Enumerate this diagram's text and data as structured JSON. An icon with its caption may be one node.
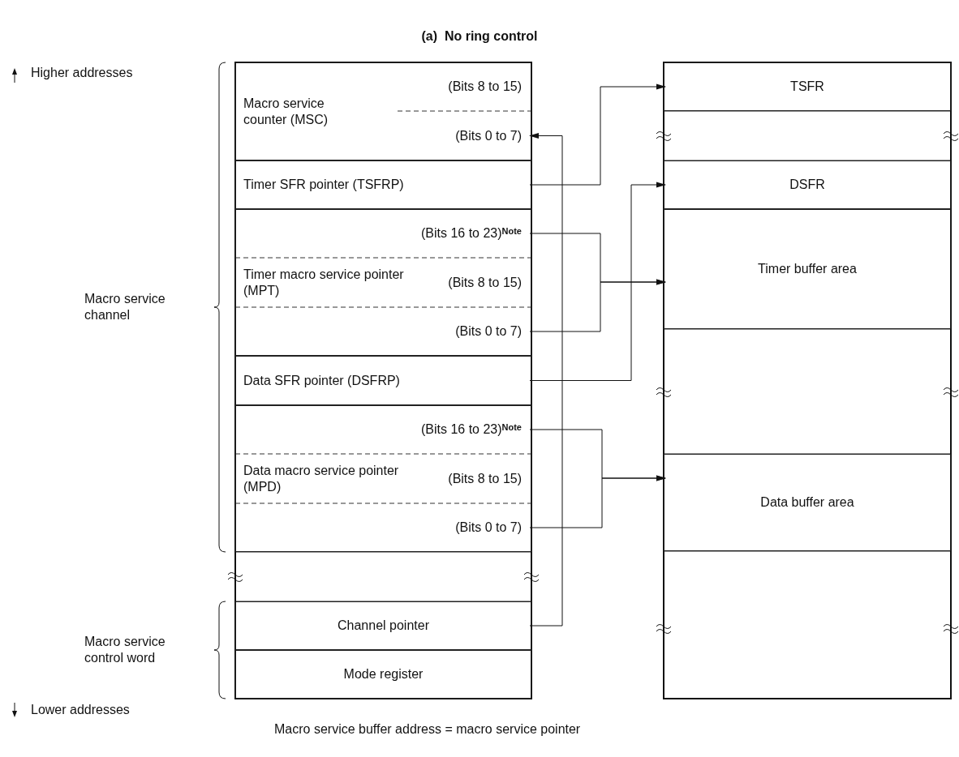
{
  "diagram": {
    "title": "(a)  No ring control",
    "caption": "Macro service buffer address = macro service pointer",
    "nodes": [
      {
        "text": [
          "Macro service counter (MSC)"
        ]
      },
      {
        "text": [
          "(Bits 8 to 15)"
        ],
        "in": 0
      },
      {
        "text": [
          "(Bits 0 to 7)"
        ],
        "in": 0
      },
      {
        "text": [
          "Timer SFR pointer (TSFRP)"
        ]
      },
      {
        "text": [
          "Timer macro service pointer (MPT)"
        ]
      },
      {
        "text": [
          "(Bits 16 to 23)$^{Note}$"
        ],
        "in": 4
      },
      {
        "text": [
          "(Bits 8 to 15)"
        ],
        "in": 4
      },
      {
        "text": [
          "(Bits 0 to 7)"
        ],
        "in": 4
      },
      {
        "text": [
          "Data SFR pointer (DSFRP)"
        ]
      },
      {
        "text": [
          "Data macro service pointer (MPD)"
        ]
      },
      {
        "text": [
          "(Bits 16 to 23)$^{Note}$"
        ],
        "in": 9
      },
      {
        "text": [
          "(Bits 8 to 15)"
        ],
        "in": 9
      },
      {
        "text": [
          "(Bits 0 to 7)"
        ],
        "in": 9
      },
      {
        "text": [
          "Channel pointer"
        ]
      },
      {
        "text": [
          "Mode register"
        ]
      },
      {
        "text": [
          "TSFR"
        ]
      },
      {
        "text": [
          "DSFR"
        ]
      },
      {
        "text": [
          "Timer buffer area"
        ]
      },
      {
        "text": [
          "Data buffer area"
        ]
      }
    ],
    "edges": [
      {
        "from": 13,
        "to": 2,
        "arrow": "to"
      },
      {
        "from": 3,
        "to": 15,
        "arrow": "to"
      },
      {
        "from": 8,
        "to": 16,
        "arrow": "to"
      },
      {
        "from": 5,
        "to": 17,
        "arrow": "to"
      },
      {
        "from": 7,
        "to": 17,
        "arrow": "to"
      },
      {
        "from": 10,
        "to": 18,
        "arrow": "to"
      },
      {
        "from": 12,
        "to": 18,
        "arrow": "to"
      }
    ],
    "labels": [
      "Higher addresses",
      "Macro service channel",
      "Macro service control word",
      "Lower addresses"
    ]
  }
}
